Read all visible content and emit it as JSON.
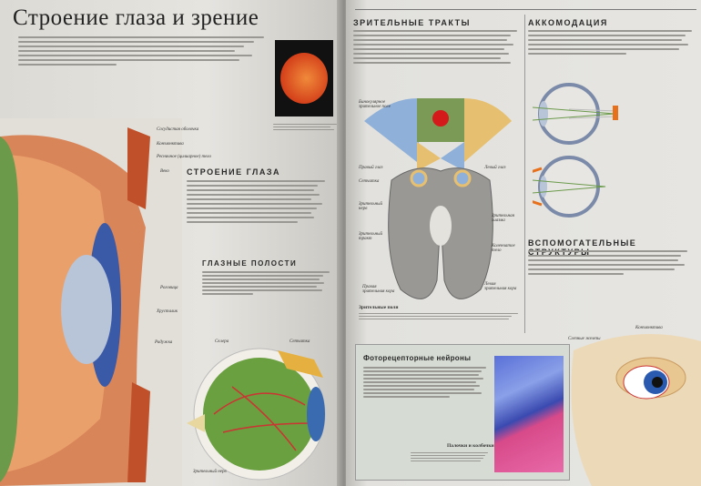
{
  "left_page": {
    "title": "Строение глаза и зрение",
    "sections": [
      {
        "heading": "Строение глаза"
      },
      {
        "heading": "Глазные полости"
      }
    ],
    "eye_labels": [
      "Сосудистая оболочка",
      "Конъюнктива",
      "Ресничное (цилиарное) тело",
      "Веко",
      "Роговица",
      "Хрусталик",
      "Радужка",
      "Склера",
      "Сетчатка",
      "Зрительный нерв"
    ]
  },
  "right_page": {
    "sections": [
      {
        "heading": "Зрительные тракты"
      },
      {
        "heading": "Аккомодация"
      },
      {
        "heading": "Вспомогательные структуры"
      }
    ],
    "visual_path_labels": {
      "binocular": "Бинокулярное зрительное поле",
      "right_eye": "Правый глаз",
      "left_eye": "Левый глаз",
      "retina": "Сетчатка",
      "optic_nerve": "Зрительный нерв",
      "chiasm": "Зрительная хиазма",
      "optic_tract": "Зрительный тракт",
      "geniculate": "Коленчатое тело",
      "right_cortex": "Правая зрительная кора",
      "left_cortex": "Левая зрительная кора",
      "caption": "Зрительные поля"
    },
    "box": {
      "heading": "Фоторецепторные нейроны",
      "subheading": "Палочки и колбочки"
    },
    "aux_labels": [
      "Слезные железы",
      "Конъюнктива"
    ]
  }
}
